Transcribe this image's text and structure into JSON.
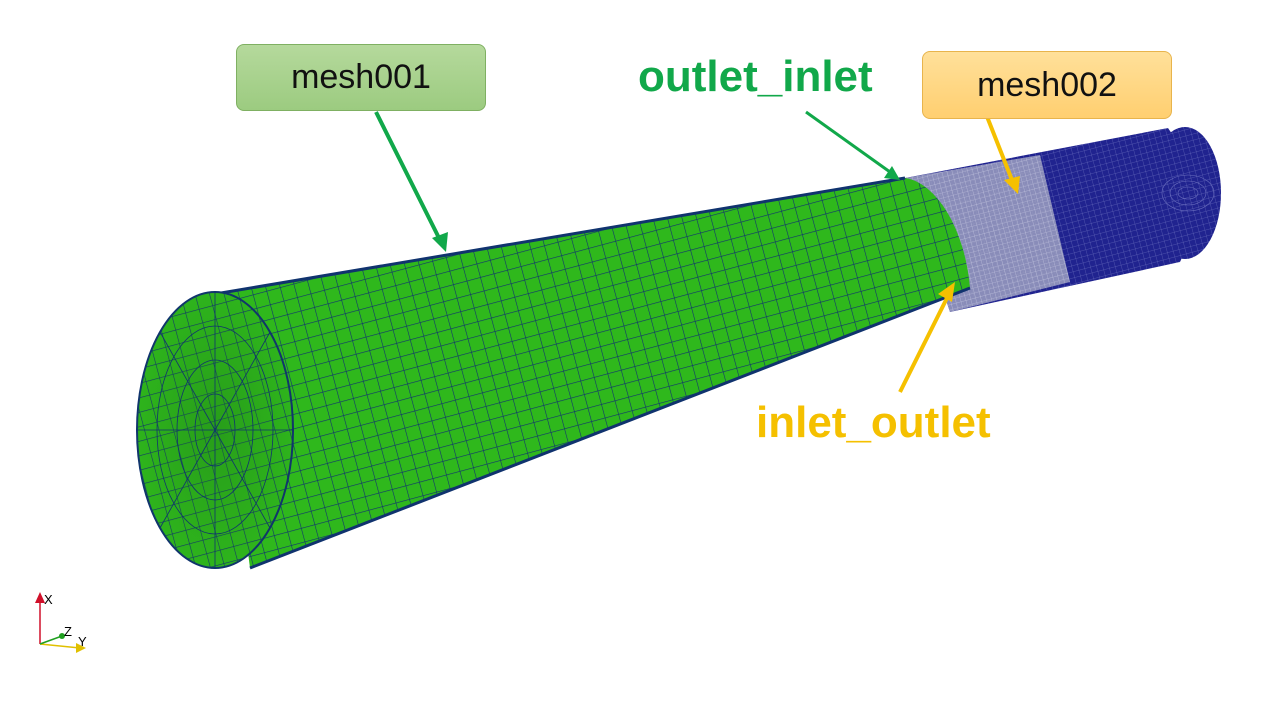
{
  "labels": {
    "mesh001": "mesh001",
    "mesh002": "mesh002",
    "outlet_inlet": "outlet_inlet",
    "inlet_outlet": "inlet_outlet"
  },
  "axes": {
    "x": "X",
    "y": "Y",
    "z": "Z"
  },
  "colors": {
    "mesh001_fill": "#2fb81c",
    "mesh002_fill": "#1c1e8a",
    "grid_line": "#10336e",
    "green_label": "#11a84a",
    "yellow_label": "#f5c000"
  }
}
